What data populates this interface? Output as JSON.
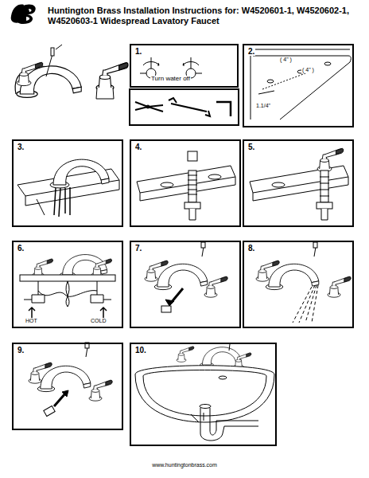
{
  "diagram": {
    "title": "Huntington Brass Installation Instructions for: W4520601-1, W4520602-1, W4520603-1 Widespread Lavatory Faucet",
    "nodes": [
      {
        "text": [
          "1.",
          "Turn water off"
        ]
      },
      {
        "text": [
          "2.",
          "( 4\" )",
          "( 4\" )",
          "1.1/4\""
        ]
      },
      {
        "text": [
          "3."
        ]
      },
      {
        "text": [
          "4."
        ]
      },
      {
        "text": [
          "5."
        ]
      },
      {
        "text": [
          "6.",
          "HOT",
          "COLD"
        ]
      },
      {
        "text": [
          "7."
        ]
      },
      {
        "text": [
          "8."
        ]
      },
      {
        "text": [
          "9."
        ]
      },
      {
        "text": [
          "10."
        ]
      }
    ],
    "labels": [
      "www.huntingtonbrass.com"
    ]
  }
}
